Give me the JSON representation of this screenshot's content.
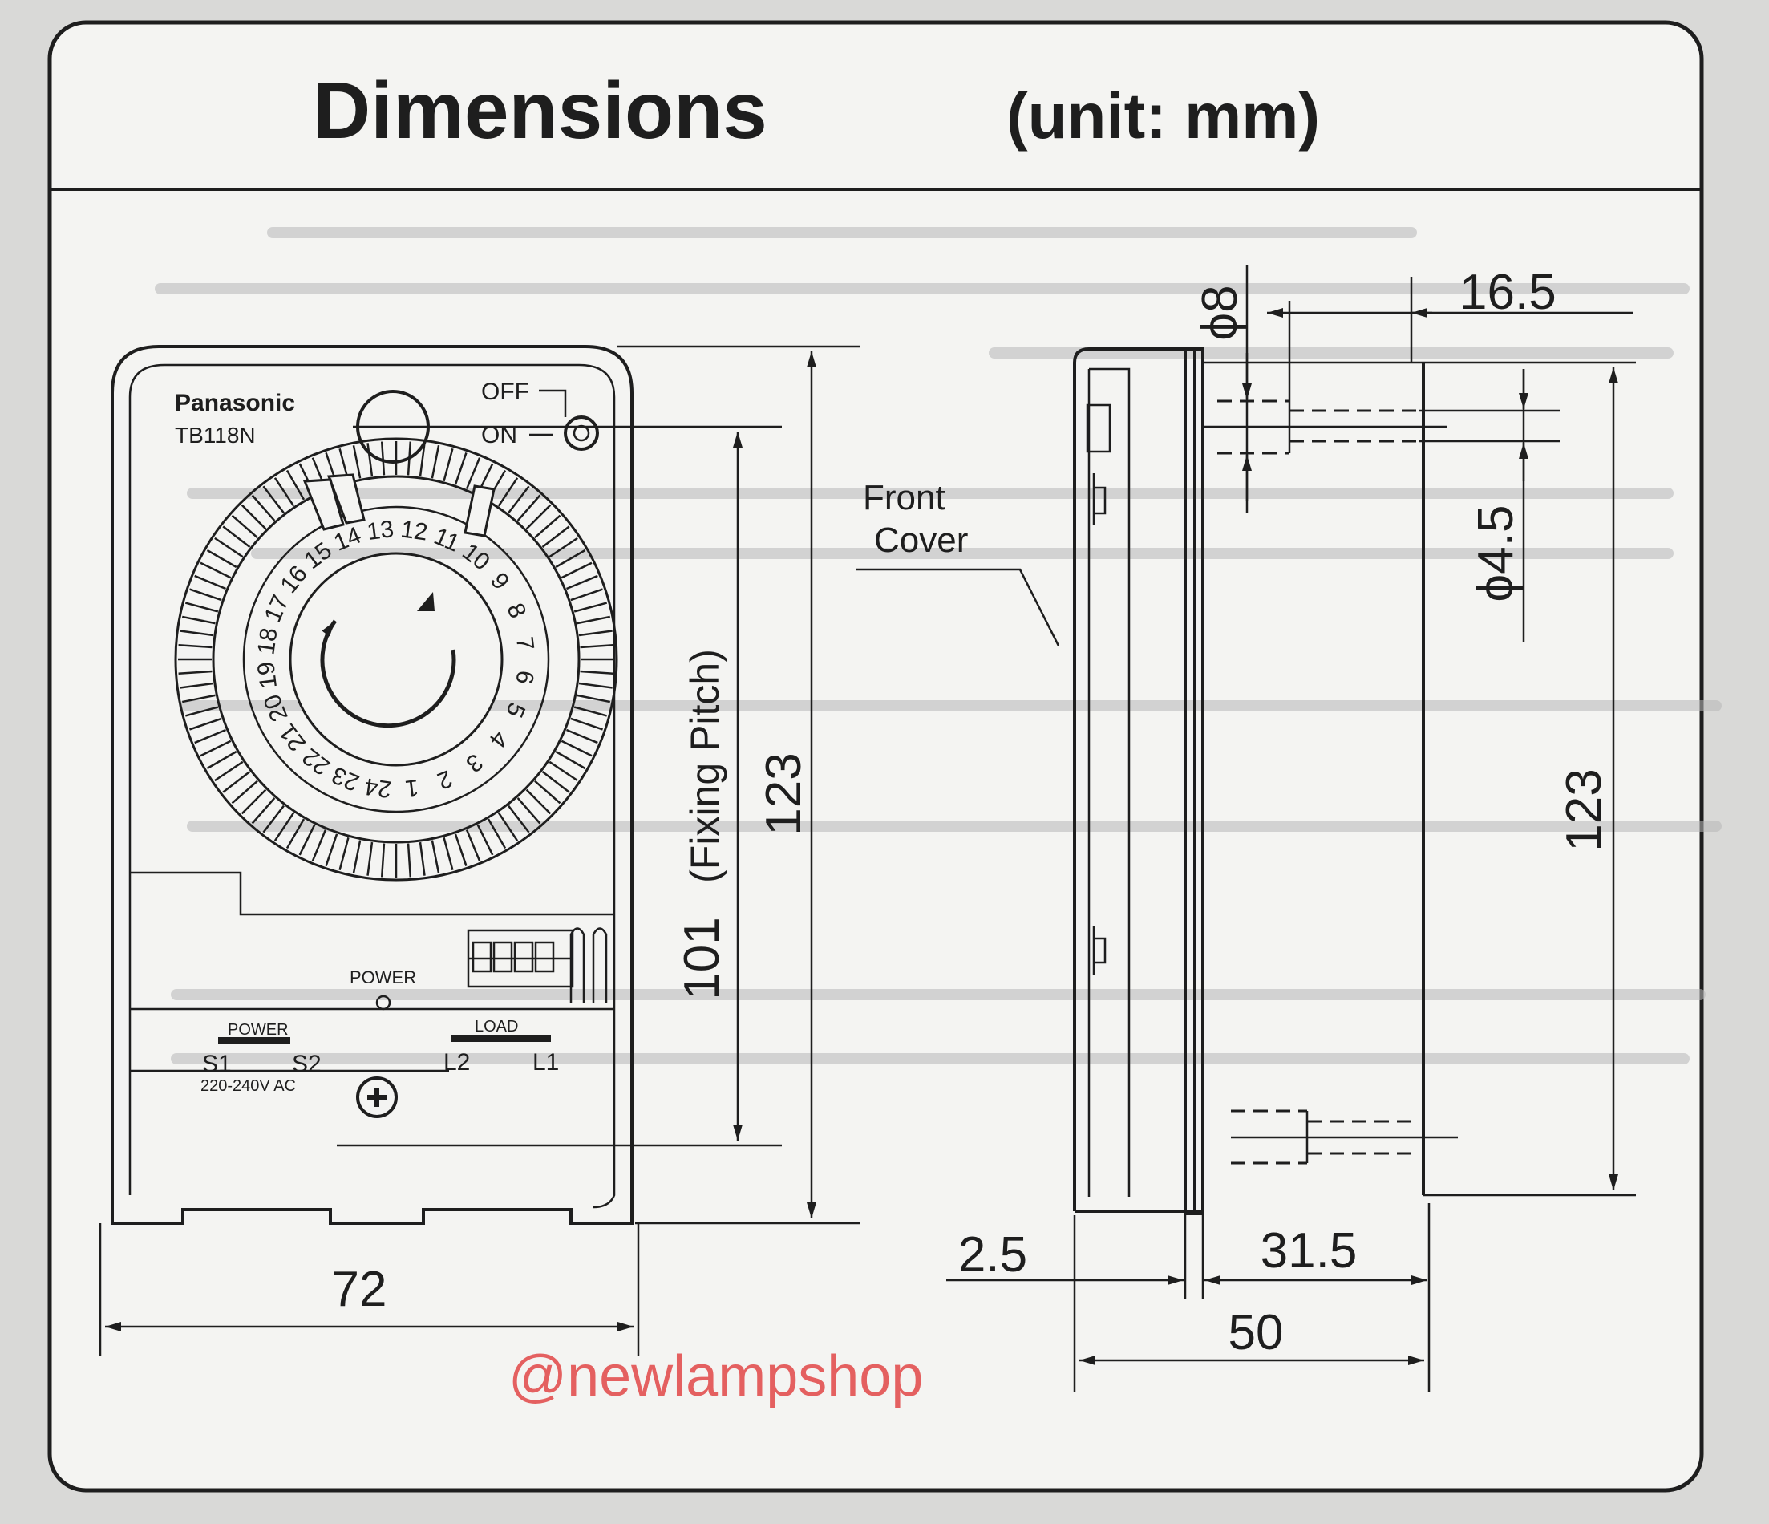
{
  "title": "Dimensions",
  "unit_label": "(unit: mm)",
  "front_view": {
    "brand": "Panasonic",
    "model": "TB118N",
    "switch_off": "OFF",
    "switch_on": "ON",
    "dial_numbers": [
      "1",
      "2",
      "3",
      "4",
      "5",
      "6",
      "7",
      "8",
      "9",
      "10",
      "11",
      "12",
      "13",
      "14",
      "15",
      "16",
      "17",
      "18",
      "19",
      "20",
      "21",
      "22",
      "23",
      "24"
    ],
    "power_indicator": "POWER",
    "power_terminal_label": "POWER",
    "terminal_s1": "S1",
    "terminal_s2": "S2",
    "voltage": "220-240V AC",
    "load_label": "LOAD",
    "terminal_l2": "L2",
    "terminal_l1": "L1",
    "dim_height": "123",
    "dim_fixing": "101",
    "dim_fixing_note": "(Fixing Pitch)",
    "dim_width": "72"
  },
  "side_view": {
    "front_cover_line1": "Front",
    "front_cover_line2": "Cover",
    "dim_hole_large": "ϕ8",
    "dim_offset": "16.5",
    "dim_hole_small": "ϕ4.5",
    "dim_height": "123",
    "dim_cover": "2.5",
    "dim_body": "31.5",
    "dim_depth": "50"
  },
  "watermark": "@newlampshop",
  "colors": {
    "paper": "#f4f4f2",
    "ink": "#1e1e1e",
    "watermark": "#e46060"
  }
}
